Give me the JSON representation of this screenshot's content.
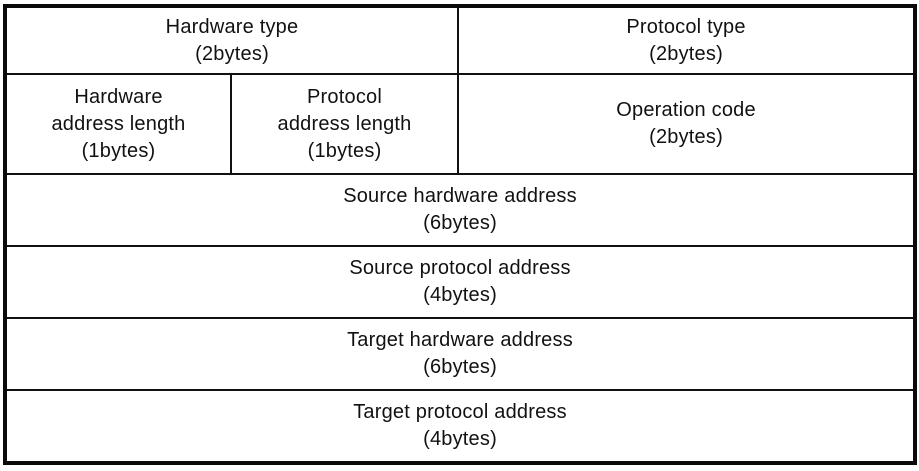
{
  "packet_diagram": {
    "rows": [
      {
        "cells": [
          {
            "name": "hardware-type",
            "lines": [
              "Hardware type",
              "(2bytes)"
            ],
            "colspan": 2
          },
          {
            "name": "protocol-type",
            "lines": [
              "Protocol type",
              "(2bytes)"
            ],
            "colspan": 1
          }
        ]
      },
      {
        "cells": [
          {
            "name": "hardware-address-length",
            "lines": [
              "Hardware",
              "address length",
              "(1bytes)"
            ],
            "colspan": 1
          },
          {
            "name": "protocol-address-length",
            "lines": [
              "Protocol",
              "address length",
              "(1bytes)"
            ],
            "colspan": 1
          },
          {
            "name": "operation-code",
            "lines": [
              "Operation code",
              "(2bytes)"
            ],
            "colspan": 1
          }
        ]
      },
      {
        "cells": [
          {
            "name": "source-hardware-address",
            "lines": [
              "Source hardware address",
              "(6bytes)"
            ],
            "colspan": 3
          }
        ]
      },
      {
        "cells": [
          {
            "name": "source-protocol-address",
            "lines": [
              "Source protocol address",
              "(4bytes)"
            ],
            "colspan": 3
          }
        ]
      },
      {
        "cells": [
          {
            "name": "target-hardware-address",
            "lines": [
              "Target hardware address",
              "(6bytes)"
            ],
            "colspan": 3
          }
        ]
      },
      {
        "cells": [
          {
            "name": "target-protocol-address",
            "lines": [
              "Target protocol address",
              "(4bytes)"
            ],
            "colspan": 3
          }
        ]
      }
    ],
    "colors": {
      "border": "#0a0a0a",
      "inner_rule": "#111111",
      "text": "#111111",
      "background": "#ffffff"
    }
  }
}
